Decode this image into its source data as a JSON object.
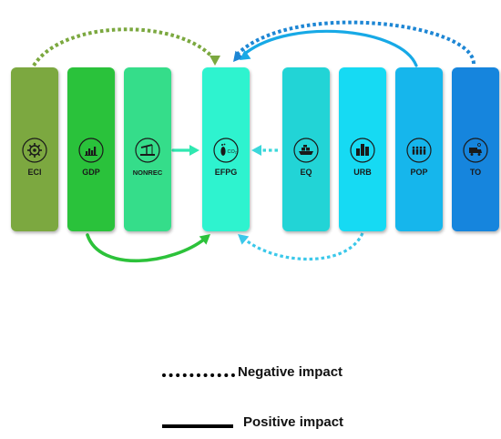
{
  "columns": [
    {
      "id": "eci",
      "label": "ECI",
      "color": "#7ba83f",
      "icon": "gear-settings-icon"
    },
    {
      "id": "gdp",
      "label": "GDP",
      "color": "#2cc23a",
      "icon": "bar-chart-icon"
    },
    {
      "id": "nonrec",
      "label": "NONREC",
      "color": "#35dd8a",
      "icon": "oil-pump-icon"
    },
    {
      "id": "efpg",
      "label": "EFPG",
      "color": "#2ff3cf",
      "icon": "footprint-co2-icon"
    },
    {
      "id": "eq",
      "label": "EQ",
      "color": "#20d4d6",
      "icon": "container-ship-icon"
    },
    {
      "id": "urb",
      "label": "URB",
      "color": "#18daf3",
      "icon": "city-buildings-icon"
    },
    {
      "id": "pop",
      "label": "POP",
      "color": "#17b6ec",
      "icon": "population-icon"
    },
    {
      "id": "to",
      "label": "TO",
      "color": "#1785dd",
      "icon": "trade-truck-icon"
    }
  ],
  "icon_sub_text": {
    "co2": "CO₂"
  },
  "links": [
    {
      "from": "ECI",
      "to": "EFPG",
      "impact": "negative",
      "color": "#7ba83f"
    },
    {
      "from": "TO",
      "to": "EFPG",
      "impact": "negative",
      "color": "#1d86d4"
    },
    {
      "from": "POP",
      "to": "EFPG",
      "impact": "positive",
      "color": "#17a9e6"
    },
    {
      "from": "NONREC",
      "to": "EFPG",
      "impact": "positive",
      "color": "#2fe8b0"
    },
    {
      "from": "EQ",
      "to": "EFPG",
      "impact": "negative",
      "color": "#3ad7da"
    },
    {
      "from": "GDP",
      "to": "EFPG",
      "impact": "positive",
      "color": "#2cc23a"
    },
    {
      "from": "URB",
      "to": "EFPG",
      "impact": "negative",
      "color": "#3bc8ea"
    }
  ],
  "legend": {
    "negative_label": "Negative impact",
    "positive_label": "Positive impact",
    "line_color": "#000000"
  }
}
